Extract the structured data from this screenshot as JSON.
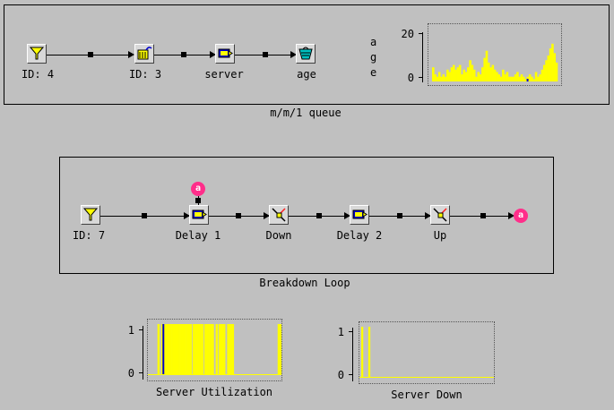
{
  "top_panel": {
    "caption": "m/m/1 queue",
    "nodes": [
      {
        "label": "ID: 4",
        "icon": "source-funnel-icon"
      },
      {
        "label": "ID: 3",
        "icon": "queue-icon"
      },
      {
        "label": "server",
        "icon": "server-icon"
      },
      {
        "label": "age",
        "icon": "sink-icon"
      }
    ],
    "age_plot": {
      "axis_label_letters": [
        "a",
        "g",
        "e"
      ],
      "y_ticks": [
        "20",
        "0"
      ]
    }
  },
  "middle_panel": {
    "caption": "Breakdown Loop",
    "connector_label": "a",
    "nodes": [
      {
        "label": "ID: 7",
        "icon": "source-funnel-icon"
      },
      {
        "label": "Delay 1",
        "icon": "delay-icon"
      },
      {
        "label": "Down",
        "icon": "switch-icon"
      },
      {
        "label": "Delay 2",
        "icon": "delay-icon"
      },
      {
        "label": "Up",
        "icon": "switch-icon"
      }
    ]
  },
  "utilization_plot": {
    "title": "Server Utilization",
    "y_ticks": [
      "1",
      "0"
    ]
  },
  "down_plot": {
    "title": "Server Down",
    "y_ticks": [
      "1",
      "0"
    ]
  },
  "colors": {
    "trace": "#ffff00",
    "marker": "#0000cc",
    "connector": "#ff2e8a",
    "background": "#c0c0c0"
  },
  "chart_data": [
    {
      "type": "bar",
      "ylabel": "age",
      "ylim": [
        0,
        22
      ],
      "values": [
        6,
        3,
        2,
        4,
        2,
        3,
        2,
        5,
        4,
        6,
        7,
        5,
        6,
        7,
        3,
        5,
        4,
        6,
        9,
        7,
        5,
        2,
        4,
        3,
        6,
        10,
        13,
        8,
        6,
        7,
        5,
        4,
        3,
        2,
        5,
        3,
        4,
        2,
        2,
        2,
        3,
        4,
        2,
        3,
        2,
        1,
        2,
        3,
        2,
        1,
        4,
        2,
        3,
        5,
        7,
        9,
        11,
        14,
        16,
        12,
        8
      ]
    },
    {
      "type": "area",
      "title": "Server Utilization",
      "ylim": [
        0,
        1
      ],
      "values": [
        0,
        0,
        0,
        0,
        0,
        0,
        0,
        0,
        0,
        0,
        1,
        1,
        0,
        0,
        1,
        1,
        1,
        1,
        1,
        1,
        1,
        1,
        1,
        1,
        1,
        1,
        1,
        1,
        1,
        1,
        1,
        1,
        1,
        1,
        1,
        1,
        1,
        1,
        1,
        1,
        1,
        1,
        1,
        1,
        1,
        1,
        0,
        1,
        1,
        1,
        1,
        1,
        1,
        1,
        1,
        1,
        1,
        1,
        0,
        1,
        1,
        1,
        1,
        1,
        1,
        1,
        1,
        1,
        1,
        0,
        0,
        1,
        1,
        0,
        1,
        1,
        1,
        1,
        1,
        1,
        1,
        0,
        0,
        1,
        1,
        1,
        1,
        1,
        1,
        1,
        0,
        0,
        0,
        0,
        0,
        0,
        0,
        0,
        0,
        0,
        0,
        0,
        0,
        0,
        0,
        0,
        0,
        0,
        0,
        0,
        0,
        0,
        0,
        0,
        0,
        0,
        0,
        0,
        0,
        0,
        0,
        0,
        0,
        0,
        0,
        0,
        0,
        0,
        0,
        0,
        0,
        0,
        0,
        0,
        0,
        0,
        1,
        1,
        1,
        1
      ],
      "marker_index": 4
    },
    {
      "type": "area",
      "title": "Server Down",
      "ylim": [
        0,
        1
      ],
      "values": [
        0,
        1,
        0,
        0,
        0,
        1,
        0,
        0,
        0,
        0,
        0,
        0,
        0,
        0,
        0,
        0,
        0,
        0,
        0,
        0,
        0,
        0,
        0,
        0,
        0,
        0,
        0,
        0,
        0,
        0,
        0,
        0,
        0,
        0,
        0,
        0,
        0,
        0,
        0,
        0,
        0,
        0,
        0,
        0,
        0,
        0,
        0,
        0,
        0,
        0,
        0,
        0,
        0,
        0,
        0,
        0,
        0,
        0,
        0,
        0,
        0,
        0,
        0,
        0,
        0,
        0,
        0,
        0,
        0,
        0,
        0,
        0,
        0,
        0,
        0,
        0
      ]
    }
  ]
}
